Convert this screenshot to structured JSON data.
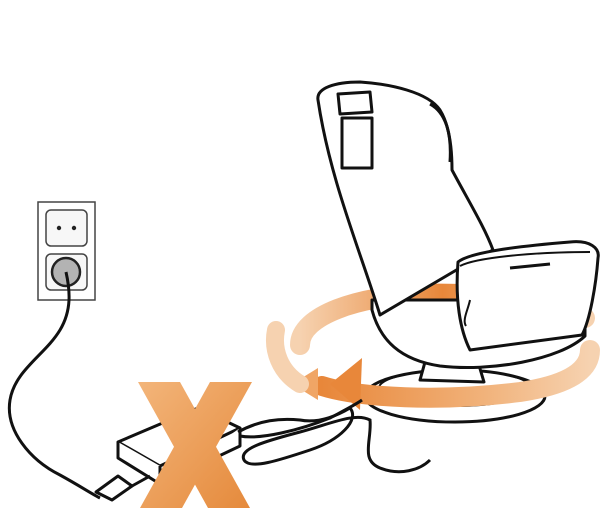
{
  "diagram": {
    "elements": [
      "wall-socket",
      "plug",
      "power-adapter",
      "power-cord",
      "recliner-chair",
      "swivel-rotation-arrow",
      "prohibition-x-mark"
    ],
    "colors": {
      "line": "#111111",
      "fill": "#ffffff",
      "socket_face": "#f7f7f7",
      "plug_gray": "#b3b3b3",
      "arrow_orange": "#e8873a",
      "arrow_light": "#f6d2b0",
      "x_orange": "#ec9a4f"
    }
  }
}
